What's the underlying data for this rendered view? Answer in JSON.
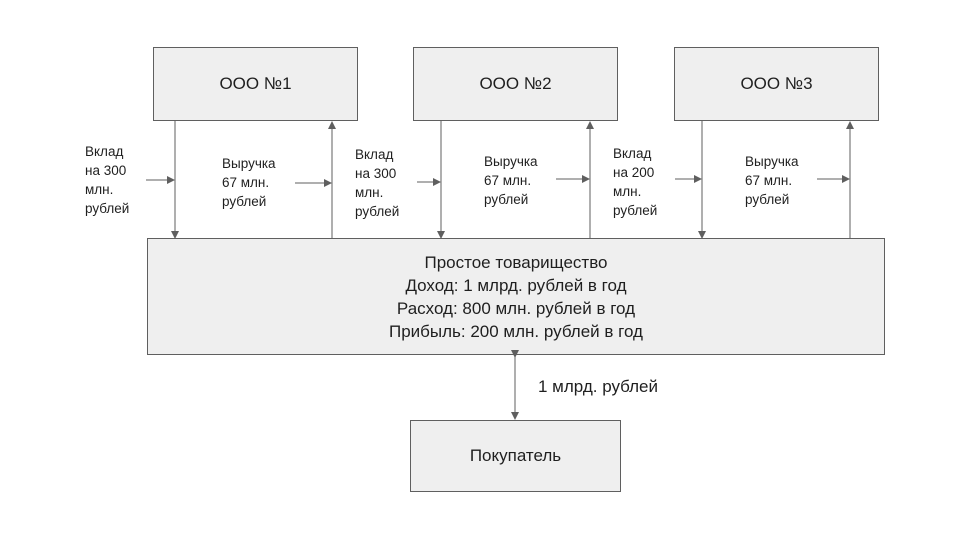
{
  "companies": [
    {
      "name": "ООО №1",
      "contribution": "Вклад\nна 300\nмлн.\nрублей",
      "revenue": "Выручка\n67 млн.\nрублей"
    },
    {
      "name": "ООО №2",
      "contribution": "Вклад\nна 300\nмлн.\nрублей",
      "revenue": "Выручка\n67 млн.\nрублей"
    },
    {
      "name": "ООО №3",
      "contribution": "Вклад\nна 200\nмлн.\nрублей",
      "revenue": "Выручка\n67 млн.\nрублей"
    }
  ],
  "partnership": {
    "title": "Простое товарищество",
    "income": "Доход: 1 млрд. рублей в год",
    "expense": "Расход: 800 млн. рублей в год",
    "profit": "Прибыль: 200 млн. рублей в год"
  },
  "buyer": {
    "name": "Покупатель",
    "flow_label": "1 млрд. рублей"
  },
  "colors": {
    "box_fill": "#efefef",
    "border": "#5f5f5f",
    "arrow": "#5f5f5f"
  }
}
